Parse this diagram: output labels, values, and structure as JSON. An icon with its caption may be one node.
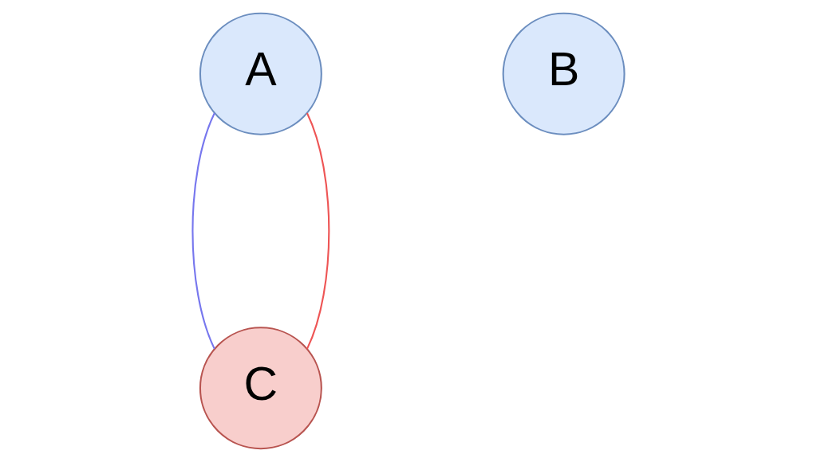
{
  "diagram": {
    "nodes": [
      {
        "text": [
          "A"
        ]
      },
      {
        "text": [
          "B"
        ]
      },
      {
        "text": [
          "C"
        ]
      }
    ],
    "edges": [
      {
        "from": 0,
        "to": 2,
        "arrow": "none",
        "color": "#7777ee"
      },
      {
        "from": 0,
        "to": 2,
        "arrow": "none",
        "color": "#ee5555"
      }
    ]
  }
}
